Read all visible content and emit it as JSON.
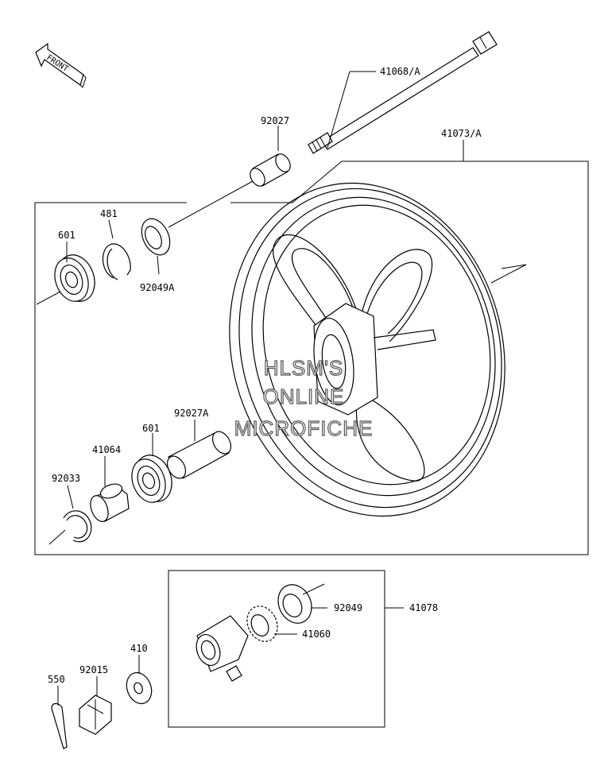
{
  "front_label": "FRONT",
  "watermark": [
    "HLSM'S",
    "ONLINE",
    "MICROFICHE"
  ],
  "callouts": {
    "p41068A": "41068/A",
    "p92027": "92027",
    "p41073A": "41073/A",
    "p481": "481",
    "p601_top": "601",
    "p92049A": "92049A",
    "p92027A": "92027A",
    "p601_mid": "601",
    "p41064": "41064",
    "p92033": "92033",
    "p92049": "92049",
    "p41078": "41078",
    "p41060": "41060",
    "p410": "410",
    "p92015": "92015",
    "p550": "550"
  }
}
